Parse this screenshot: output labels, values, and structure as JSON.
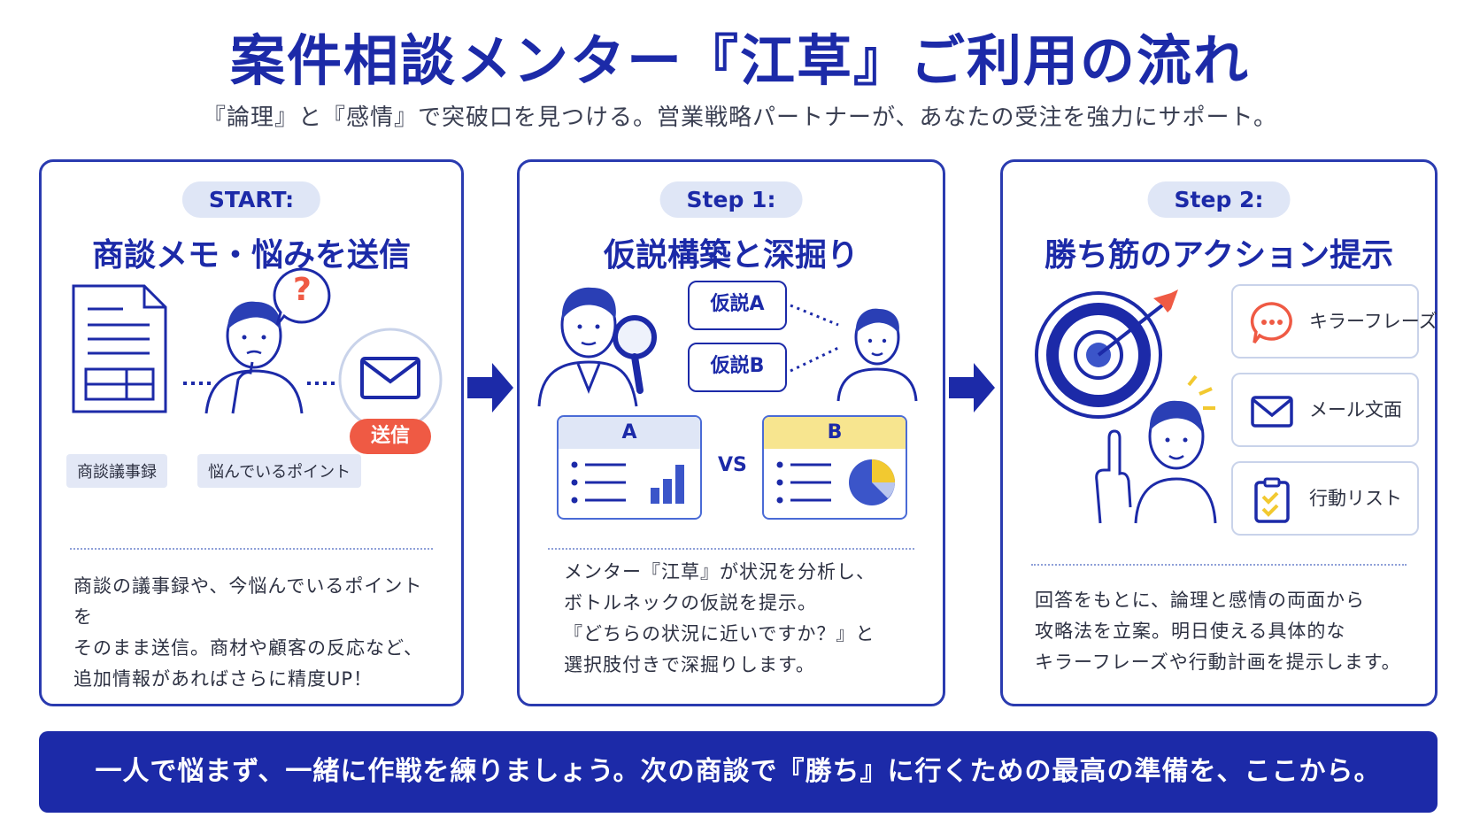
{
  "header": {
    "title": "案件相談メンター『江草』ご利用の流れ",
    "subtitle": "『論理』と『感情』で突破口を見つける。営業戦略パートナーが、あなたの受注を強力にサポート。"
  },
  "steps": [
    {
      "badge": "START:",
      "heading": "商談メモ・悩みを送信",
      "tags": [
        "商談議事録",
        "悩んでいるポイント"
      ],
      "send_label": "送信",
      "question_mark": "?",
      "description": "商談の議事録や、今悩んでいるポイントを\nそのまま送信。商材や顧客の反応など、\n追加情報があればさらに精度UP！"
    },
    {
      "badge": "Step 1:",
      "heading": "仮説構築と深掘り",
      "hypotheses": [
        "仮説A",
        "仮説B"
      ],
      "panels": [
        "A",
        "B"
      ],
      "vs_label": "VS",
      "description": "メンター『江草』が状況を分析し、\nボトルネックの仮説を提示。\n『どちらの状況に近いですか？』と\n選択肢付きで深掘りします。"
    },
    {
      "badge": "Step 2:",
      "heading": "勝ち筋のアクション提示",
      "actions": [
        {
          "label": "キラーフレーズ",
          "icon": "speech-bubble-icon"
        },
        {
          "label": "メール文面",
          "icon": "envelope-icon"
        },
        {
          "label": "行動リスト",
          "icon": "checklist-icon"
        }
      ],
      "description": "回答をもとに、論理と感情の両面から\n攻略法を立案。明日使える具体的な\nキラーフレーズや行動計画を提示します。"
    }
  ],
  "footer": {
    "banner": "一人で悩まず、一緒に作戦を練りましょう。次の商談で『勝ち』に行くための最高の準備を、ここから。"
  },
  "colors": {
    "primary": "#1c2aa8",
    "accent_red": "#ef5a44",
    "accent_yellow": "#f2c930",
    "pill_bg": "#dfe6f6"
  }
}
